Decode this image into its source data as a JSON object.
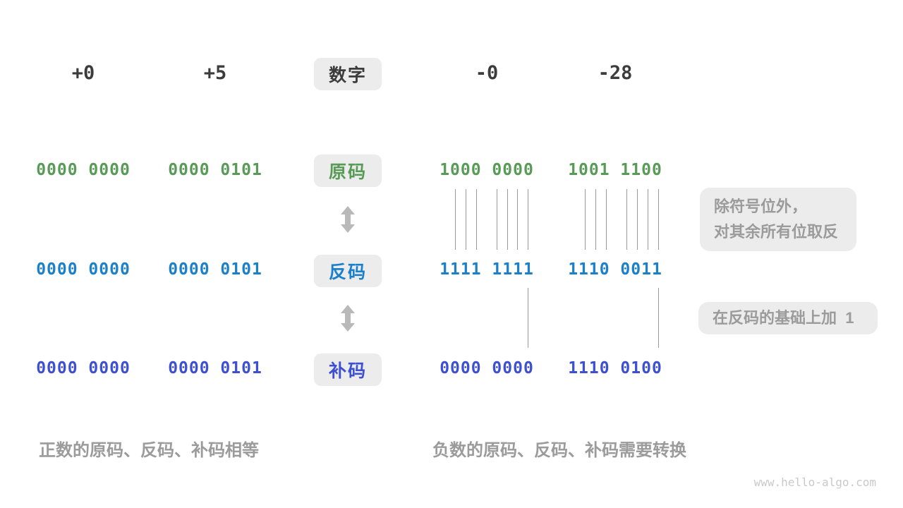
{
  "colors": {
    "green": "#579b57",
    "blue": "#1b80cc",
    "indigo": "#3d4fd2",
    "dark": "#3c3c3c",
    "gray_text": "#9b9b9b",
    "box_bg": "#ececec",
    "line": "#999999",
    "arrow": "#b9b9b9",
    "watermark": "#c9c9c9"
  },
  "header": {
    "label": "数字",
    "values": [
      "+0",
      "+5",
      "-0",
      "-28"
    ]
  },
  "rows": [
    {
      "key": "sign_magnitude",
      "label": "原码",
      "color": "green",
      "values": [
        "0000 0000",
        "0000 0101",
        "1000 0000",
        "1001 1100"
      ]
    },
    {
      "key": "ones_complement",
      "label": "反码",
      "color": "blue",
      "values": [
        "0000 0000",
        "0000 0101",
        "1111 1111",
        "1110 0011"
      ]
    },
    {
      "key": "twos_complement",
      "label": "补码",
      "color": "indigo",
      "values": [
        "0000 0000",
        "0000 0101",
        "0000 0000",
        "1110 0100"
      ]
    }
  ],
  "annotations": {
    "flip_note_line1": "除符号位外，",
    "flip_note_line2": "对其余所有位取反",
    "add_one_note": "在反码的基础上加  1"
  },
  "captions": {
    "positive": "正数的原码、反码、补码相等",
    "negative": "负数的原码、反码、补码需要转换"
  },
  "watermark": "www.hello-algo.com"
}
